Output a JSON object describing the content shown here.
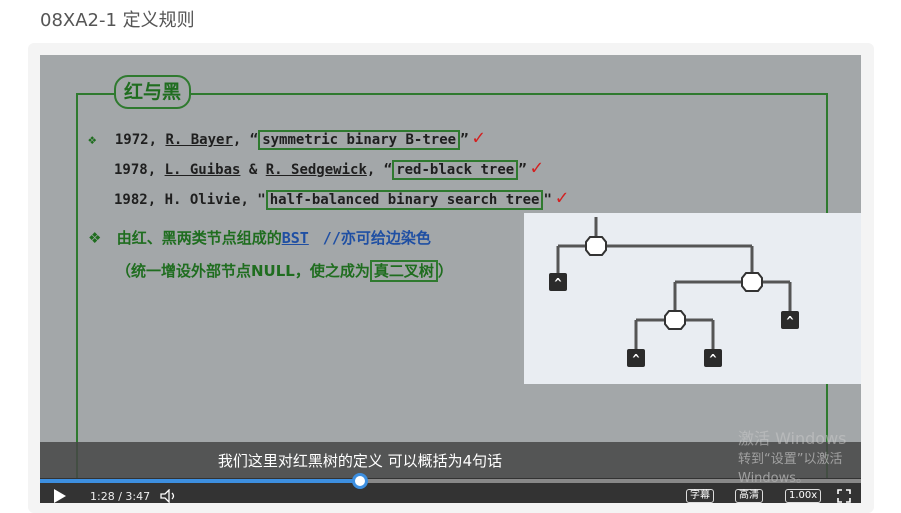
{
  "page": {
    "title": "08XA2-1 定义规则"
  },
  "slide": {
    "title": "红与黑",
    "bullet_symbol": "❖",
    "history": [
      {
        "year": "1972, ",
        "author1": "R. Bayer",
        "sep1": "",
        "author2": "",
        "suffix": ", “",
        "term": "symmetric binary B-tree",
        "close": "”"
      },
      {
        "year": "1978, ",
        "author1": "L. Guibas",
        "sep1": " & ",
        "author2": "R. Sedgewick",
        "suffix": ", “",
        "term": "red-black tree",
        "close": "”"
      },
      {
        "year": "1982, ",
        "author1": "H. Olivie",
        "sep1": "",
        "author2": "",
        "suffix": ", \"",
        "term": "half-balanced binary search tree",
        "close": "\""
      }
    ],
    "check_mark": "✓",
    "definition": {
      "text": "由红、黑两类节点组成的",
      "link": "BST",
      "note": "//亦可给边染色"
    },
    "extension": {
      "prefix": "（统一增设外部节点NULL，使之成为",
      "boxed": "真二叉树",
      "suffix": "）"
    },
    "tree": {
      "leaf_symbol": "^"
    }
  },
  "subtitle": "我们这里对红黑树的定义 可以概括为4句话",
  "player": {
    "progress": 0.39,
    "time": "1:28 / 3:47",
    "play_icon": "play-icon",
    "buttons": {
      "captions": "字幕",
      "quality": "高清",
      "speed": "1.00x"
    }
  },
  "watermark": {
    "line1": "激活 Windows",
    "line2": "转到“设置”以激活 Windows。"
  },
  "colors": {
    "accent_green": "#2f7a2f",
    "check_red": "#d32020",
    "progress_blue": "#3d8fe0"
  }
}
